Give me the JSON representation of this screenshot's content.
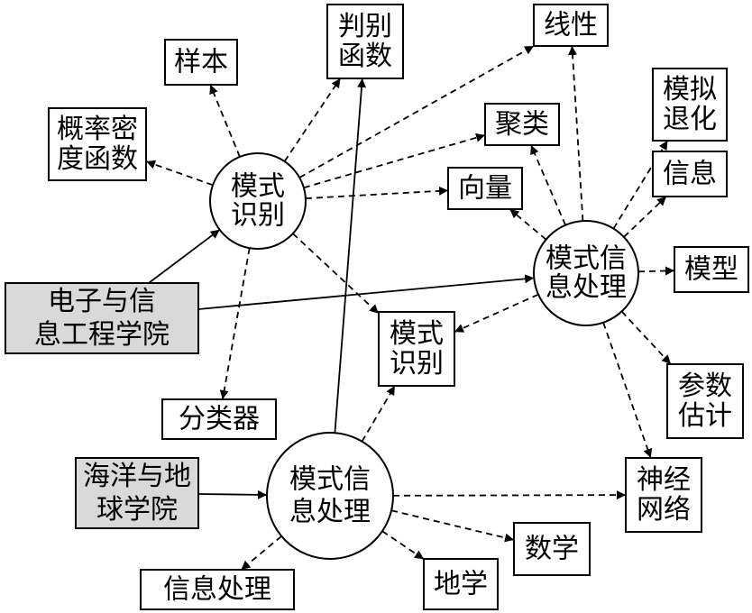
{
  "nodes": {
    "inst_ee": {
      "lines": [
        "电子与信",
        "息工程学院"
      ],
      "kind": "institution"
    },
    "inst_ocean": {
      "lines": [
        "海洋与地",
        "球学院"
      ],
      "kind": "institution"
    },
    "c_pr": {
      "lines": [
        "模式",
        "识别"
      ],
      "kind": "topic"
    },
    "c_pip_r": {
      "lines": [
        "模式信",
        "息处理"
      ],
      "kind": "topic"
    },
    "c_pip_b": {
      "lines": [
        "模式信",
        "息处理"
      ],
      "kind": "topic"
    },
    "k_sample": {
      "lines": [
        "样本"
      ],
      "kind": "keyword"
    },
    "k_disc": {
      "lines": [
        "判别",
        "函数"
      ],
      "kind": "keyword"
    },
    "k_linear": {
      "lines": [
        "线性"
      ],
      "kind": "keyword"
    },
    "k_pdf": {
      "lines": [
        "概率密",
        "度函数"
      ],
      "kind": "keyword"
    },
    "k_cluster": {
      "lines": [
        "聚类"
      ],
      "kind": "keyword"
    },
    "k_anneal": {
      "lines": [
        "模拟",
        "退化"
      ],
      "kind": "keyword"
    },
    "k_vector": {
      "lines": [
        "向量"
      ],
      "kind": "keyword"
    },
    "k_info": {
      "lines": [
        "信息"
      ],
      "kind": "keyword"
    },
    "k_model": {
      "lines": [
        "模型"
      ],
      "kind": "keyword"
    },
    "k_pr2": {
      "lines": [
        "模式",
        "识别"
      ],
      "kind": "keyword"
    },
    "k_param": {
      "lines": [
        "参数",
        "估计"
      ],
      "kind": "keyword"
    },
    "k_classifier": {
      "lines": [
        "分类器"
      ],
      "kind": "keyword"
    },
    "k_nn": {
      "lines": [
        "神经",
        "网络"
      ],
      "kind": "keyword"
    },
    "k_math": {
      "lines": [
        "数学"
      ],
      "kind": "keyword"
    },
    "k_infoproc": {
      "lines": [
        "信息处理"
      ],
      "kind": "keyword"
    },
    "k_geo": {
      "lines": [
        "地学"
      ],
      "kind": "keyword"
    }
  },
  "edges": [
    {
      "from": "inst_ee",
      "to": "c_pr",
      "style": "solid"
    },
    {
      "from": "inst_ee",
      "to": "c_pip_r",
      "style": "solid"
    },
    {
      "from": "inst_ocean",
      "to": "c_pip_b",
      "style": "solid"
    },
    {
      "from": "c_pip_b",
      "to": "k_disc",
      "style": "solid"
    },
    {
      "from": "c_pr",
      "to": "k_sample",
      "style": "dashed"
    },
    {
      "from": "c_pr",
      "to": "k_disc",
      "style": "dashed"
    },
    {
      "from": "c_pr",
      "to": "k_linear",
      "style": "dashed"
    },
    {
      "from": "c_pr",
      "to": "k_pdf",
      "style": "dashed"
    },
    {
      "from": "c_pr",
      "to": "k_cluster",
      "style": "dashed"
    },
    {
      "from": "c_pr",
      "to": "k_vector",
      "style": "dashed"
    },
    {
      "from": "c_pr",
      "to": "k_pr2",
      "style": "dashed"
    },
    {
      "from": "c_pr",
      "to": "k_classifier",
      "style": "dashed"
    },
    {
      "from": "c_pip_r",
      "to": "k_linear",
      "style": "dashed"
    },
    {
      "from": "c_pip_r",
      "to": "k_cluster",
      "style": "dashed"
    },
    {
      "from": "c_pip_r",
      "to": "k_anneal",
      "style": "dashed"
    },
    {
      "from": "c_pip_r",
      "to": "k_vector",
      "style": "dashed"
    },
    {
      "from": "c_pip_r",
      "to": "k_info",
      "style": "dashed"
    },
    {
      "from": "c_pip_r",
      "to": "k_model",
      "style": "dashed"
    },
    {
      "from": "c_pip_r",
      "to": "k_pr2",
      "style": "dashed"
    },
    {
      "from": "c_pip_r",
      "to": "k_param",
      "style": "dashed"
    },
    {
      "from": "c_pip_r",
      "to": "k_nn",
      "style": "dashed"
    },
    {
      "from": "c_pip_b",
      "to": "k_pr2",
      "style": "dashed"
    },
    {
      "from": "c_pip_b",
      "to": "k_nn",
      "style": "dashed"
    },
    {
      "from": "c_pip_b",
      "to": "k_math",
      "style": "dashed"
    },
    {
      "from": "c_pip_b",
      "to": "k_infoproc",
      "style": "dashed"
    },
    {
      "from": "c_pip_b",
      "to": "k_geo",
      "style": "dashed"
    }
  ],
  "colors": {
    "line": "#000000",
    "institution_fill": "#d9d9d9",
    "box_fill": "#ffffff",
    "circle_fill": "#ffffff"
  }
}
